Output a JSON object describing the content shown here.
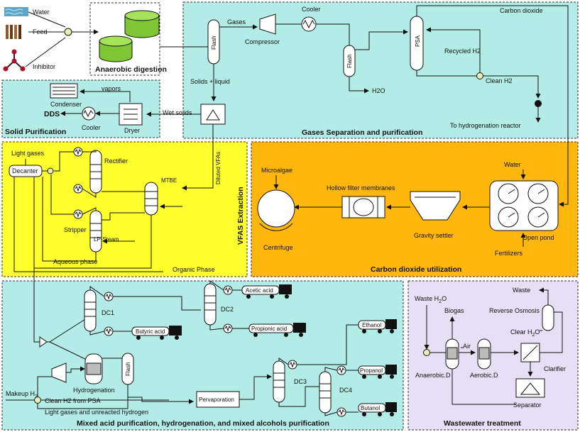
{
  "inputs": {
    "water": "Water",
    "feed": "Feed",
    "inhibitor": "Inhibitor"
  },
  "sections": {
    "anaerobic_digestion": "Anaerobic digestion",
    "solid_purification": "Solid Purification",
    "gases_separation": "Gases Separation and purification",
    "vfas_extraction": "VFAS Extraction",
    "co2_utilization": "Carbon dioxide utilization",
    "mixed_acid": "Mixed acid purification, hydrogenation, and mixed alcohols purification",
    "wastewater": "Wastewater treatment"
  },
  "gases": {
    "flash": "Flash",
    "gases": "Gases",
    "compressor": "Compressor",
    "cooler": "Cooler",
    "flash2": "Flash",
    "h2o": "H2O",
    "psa": "PSA",
    "carbon_dioxide": "Carbon dioxide",
    "recycled_h2": "Recycled H2",
    "clean_h2": "Clean H2",
    "to_reactor": "To hydrogenation reactor",
    "solids_liquid": "Solids + liquid",
    "wet_solids": "Wet solids"
  },
  "solid": {
    "condenser": "Condenser",
    "vapors": "vapors",
    "dds": "DDS",
    "cooler": "Cooler",
    "dryer": "Dryer"
  },
  "vfas": {
    "light_gases": "Light gases",
    "decanter": "Decanter",
    "rectifier": "Rectifier",
    "mtbe": "MTBE",
    "stripper": "Stripper",
    "lp_steam": "LP-Steam",
    "aqueous": "Aqueous phase",
    "organic": "Organic Phase",
    "diluted": "Diluted VFAs"
  },
  "co2": {
    "microalgae": "Microalgae",
    "hollow": "Hollow filter membranes",
    "water": "Water",
    "centrifuge": "Centrifuge",
    "gravity": "Gravity settler",
    "open_pond": "Open pond",
    "fertilizers": "Fertilizers"
  },
  "mixed": {
    "dc1": "DC1",
    "dc2": "DC2",
    "dc3": "DC3",
    "dc4": "DC4",
    "acetic": "Acetic acid",
    "butyric": "Butyric acid",
    "propionic": "Propionic acid",
    "ethanol": "Ethanol",
    "propanol": "Propanol",
    "butanol": "Butanol",
    "hydrogenation": "Hydrogenation",
    "flash": "Flash",
    "pervaporation": "Pervaporation",
    "makeup": "Makeup H",
    "makeup_sub": "2",
    "clean_h2_psa": "Clean H2 from PSA",
    "light_unreacted": "Light gases and unreacted hydrogen"
  },
  "wastewater": {
    "waste_h2o": "Waste H",
    "waste_h2o_sub": "2",
    "waste_h2o_o": "O",
    "biogas": "Biogas",
    "air": "Air",
    "waste": "Waste",
    "reverse_osmosis": "Reverse Osmosis",
    "clear_h2o": "Clear H",
    "clear_h2o_sub": "2",
    "clear_h2o_o": "O",
    "anaerobic_d": "Anaerobic.D",
    "aerobic_d": "Aerobic.D",
    "clarifier": "Clarifier",
    "separator": "Separator"
  },
  "colors": {
    "teal": "#b3ece6",
    "yellow": "#ffff2e",
    "orange": "#ffb70d",
    "lavender": "#e6dff5",
    "green": "#8ed63d"
  }
}
